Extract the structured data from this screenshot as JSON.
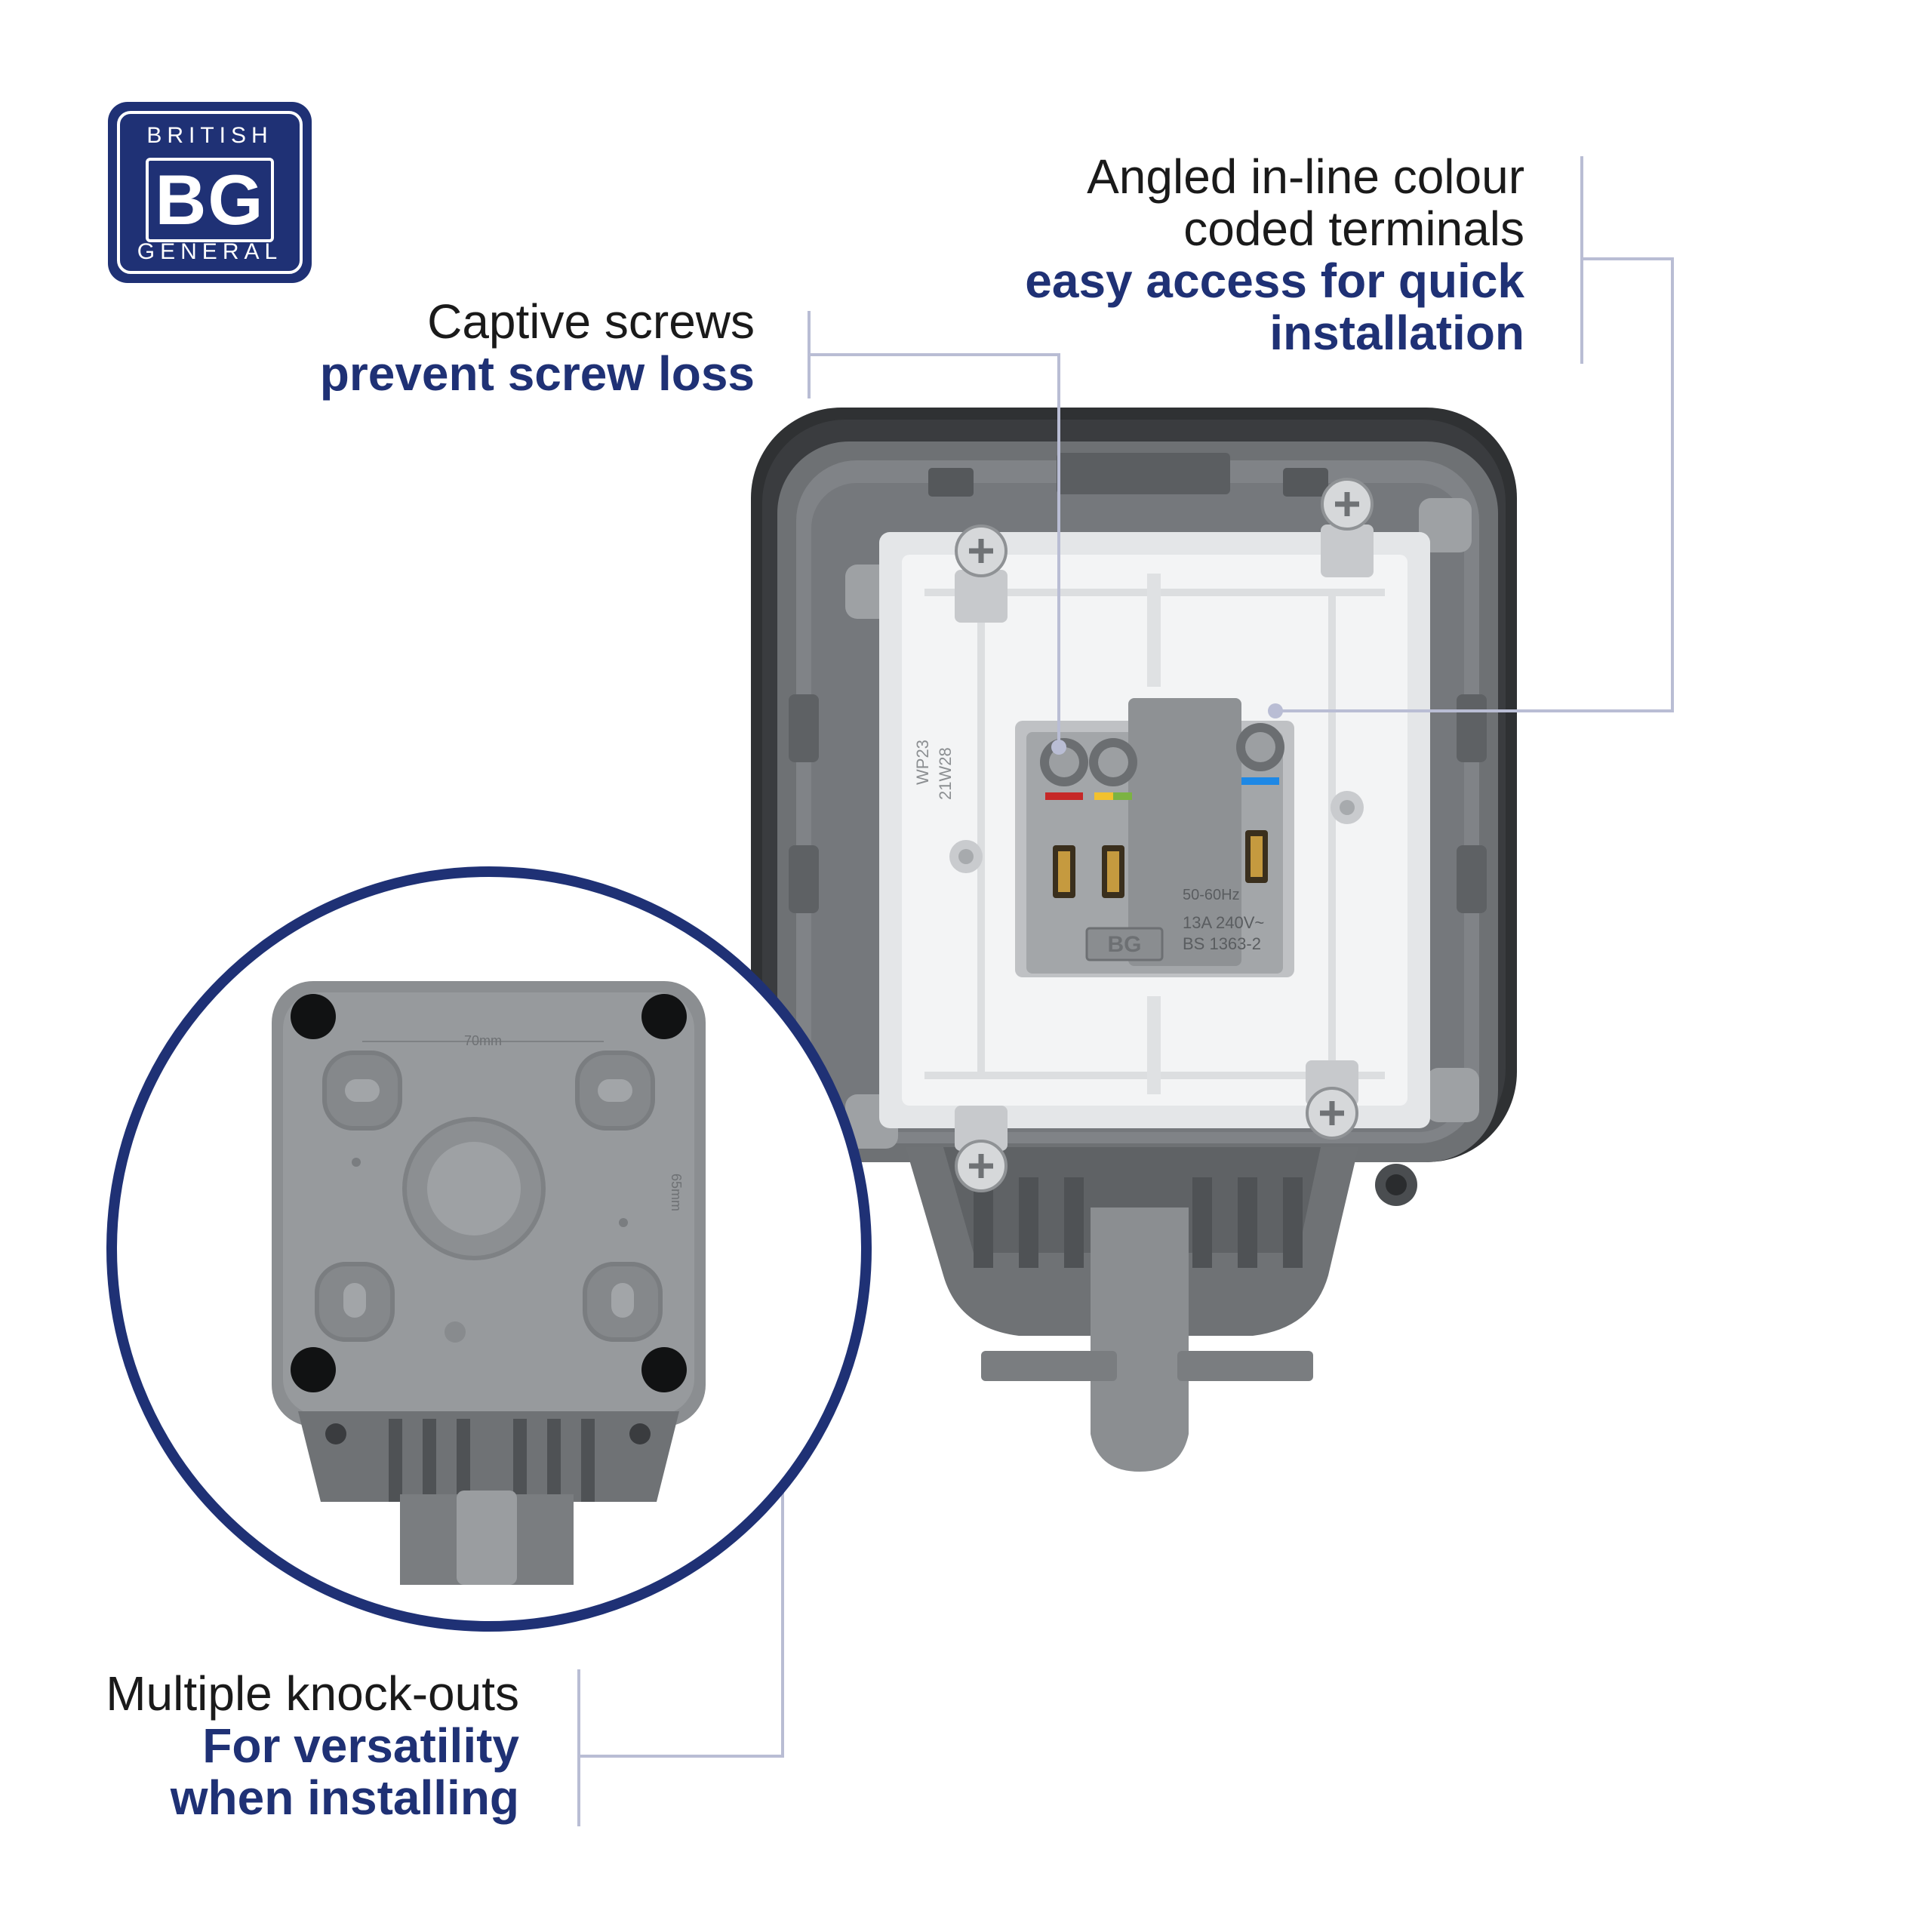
{
  "logo": {
    "top_text": "BRITISH",
    "mark": "BG",
    "bottom_text": "GENERAL"
  },
  "callouts": {
    "captive": {
      "line1": "Captive screws",
      "line2": "prevent screw loss"
    },
    "terminals": {
      "line1": "Angled in-line colour",
      "line2": "coded terminals",
      "line3": "easy access for quick",
      "line4": "installation"
    },
    "knockouts": {
      "line1": "Multiple knock-outs",
      "line2": "For versatility",
      "line3": "when installing"
    }
  },
  "product_markings": {
    "rating": "13A 240V~",
    "standard": "BS 1363-2",
    "frequency": "50-60Hz",
    "date_code_1": "WP23",
    "date_code_2": "21W28",
    "dim_width": "70mm",
    "dim_height": "65mm"
  },
  "colors": {
    "brand_navy": "#1f3175",
    "leader_line": "#b9bdd4",
    "terminal_red": "#c62828",
    "terminal_yellow_green": "#9ccc3c",
    "terminal_blue": "#1e88e5"
  }
}
